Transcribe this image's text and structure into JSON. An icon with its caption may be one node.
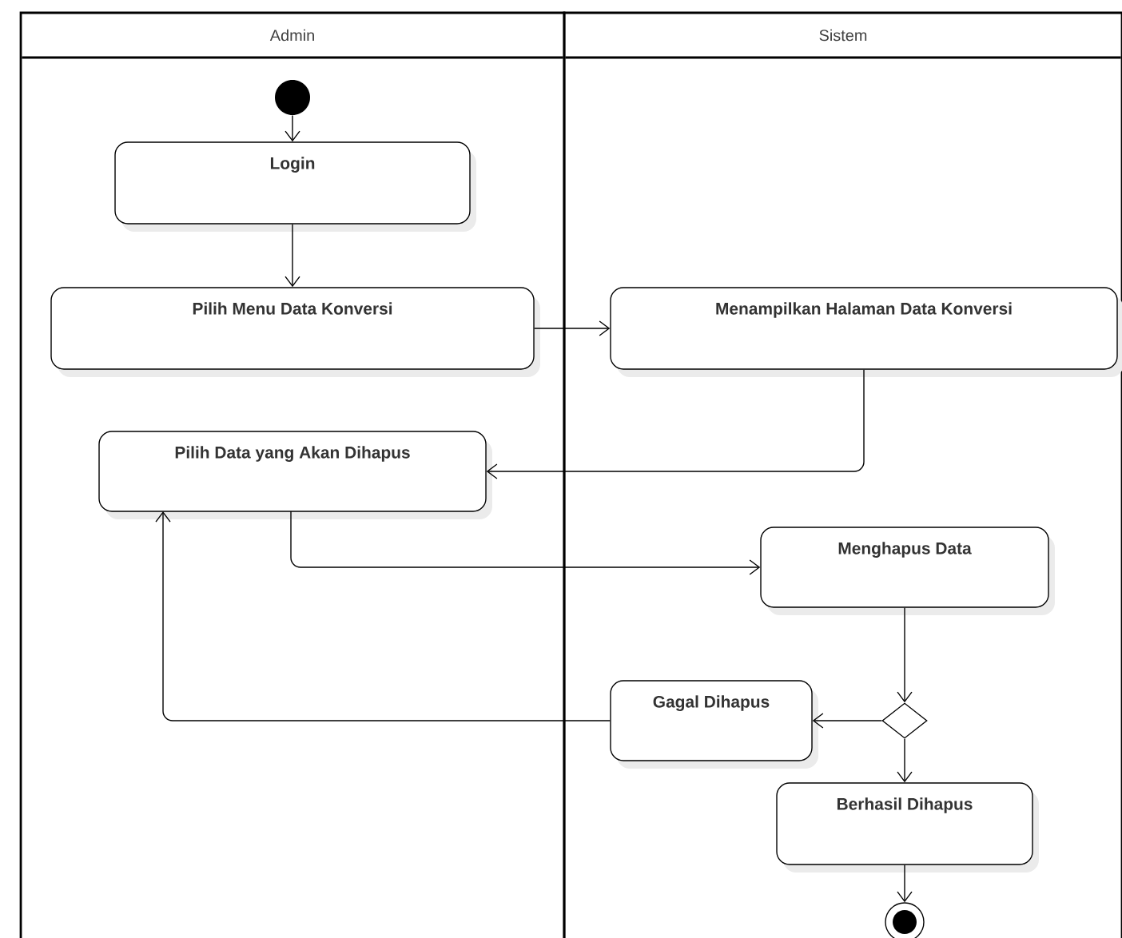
{
  "diagram": {
    "nodes": [
      {
        "text": [
          "Admin"
        ]
      },
      {
        "text": [
          "Sistem"
        ]
      },
      {
        "text": [],
        "shape": "circle",
        "in": 0
      },
      {
        "text": [
          "Login"
        ],
        "in": 0
      },
      {
        "text": [
          "Pilih Menu Data Konversi"
        ],
        "in": 0
      },
      {
        "text": [
          "Menampilkan Halaman Data Konversi"
        ],
        "in": 1
      },
      {
        "text": [
          "Pilih Data yang Akan Dihapus"
        ],
        "in": 0
      },
      {
        "text": [
          "Menghapus Data"
        ],
        "in": 1
      },
      {
        "text": [
          "Gagal Dihapus"
        ],
        "in": 1
      },
      {
        "text": [],
        "shape": "diamond",
        "in": 1
      },
      {
        "text": [
          "Berhasil Dihapus"
        ],
        "in": 1
      },
      {
        "text": [],
        "shape": "circle",
        "in": 1
      }
    ],
    "edges": [
      {
        "from": 2,
        "to": 3,
        "arrow": "to"
      },
      {
        "from": 3,
        "to": 4,
        "arrow": "to"
      },
      {
        "from": 4,
        "to": 5,
        "arrow": "to"
      },
      {
        "from": 5,
        "to": 6,
        "arrow": "to"
      },
      {
        "from": 6,
        "to": 7,
        "arrow": "to"
      },
      {
        "from": 7,
        "to": 9,
        "arrow": "to"
      },
      {
        "from": 9,
        "to": 8,
        "arrow": "to"
      },
      {
        "from": 8,
        "to": 6,
        "arrow": "to"
      },
      {
        "from": 9,
        "to": 10,
        "arrow": "to"
      },
      {
        "from": 10,
        "to": 11,
        "arrow": "to"
      }
    ]
  }
}
